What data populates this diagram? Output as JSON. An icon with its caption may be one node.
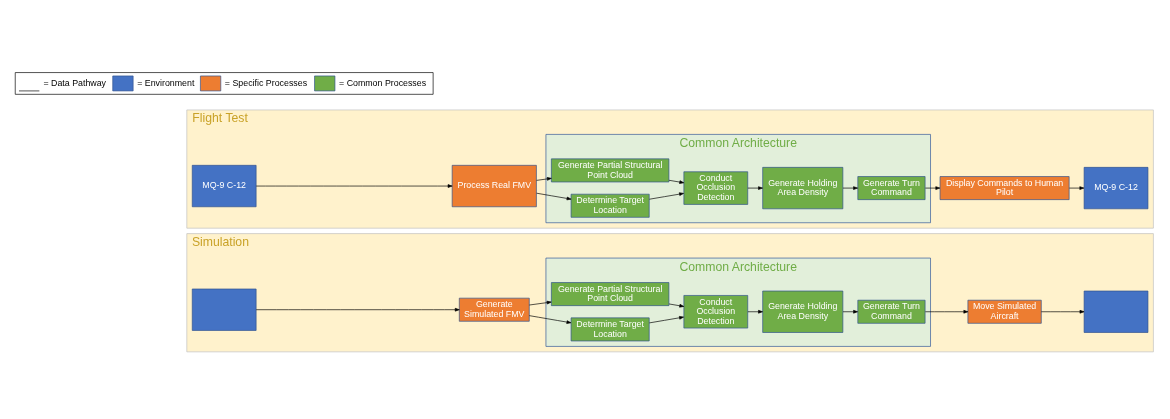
{
  "diagram": {
    "nodes": [
      {
        "text": [
          "Simulation"
        ]
      },
      {
        "text": [],
        "shape": "box",
        "in": 0
      },
      {
        "text": [
          "Generate Simulated FMV"
        ],
        "in": 0
      },
      {
        "text": [
          "Common Architecture"
        ],
        "in": 0
      },
      {
        "text": [
          "Generate Partial Structural Point Cloud"
        ],
        "in": 3
      },
      {
        "text": [
          "Determine Target Location"
        ],
        "in": 3
      },
      {
        "text": [
          "Conduct Occlusion Detection"
        ],
        "in": 3
      },
      {
        "text": [
          "Generate Holding Area Density"
        ],
        "in": 3
      },
      {
        "text": [
          "Generate Turn Command"
        ],
        "in": 3
      },
      {
        "text": [
          "Move Simulated Aircraft"
        ],
        "in": 0
      },
      {
        "text": [],
        "shape": "box",
        "in": 0
      },
      {
        "text": [
          "Flight Test"
        ]
      },
      {
        "text": [
          "MQ-9 C-12"
        ],
        "in": 11
      },
      {
        "text": [
          "Process Real FMV"
        ],
        "in": 11
      },
      {
        "text": [
          "Common Architecture"
        ],
        "in": 11
      },
      {
        "text": [
          "Generate Partial Structural Point Cloud"
        ],
        "in": 14
      },
      {
        "text": [
          "Determine Target Location"
        ],
        "in": 14
      },
      {
        "text": [
          "Conduct Occlusion Detection"
        ],
        "in": 14
      },
      {
        "text": [
          "Generate Holding Area Density"
        ],
        "in": 14
      },
      {
        "text": [
          "Generate Turn Command"
        ],
        "in": 14
      },
      {
        "text": [
          "Display Commands to Human Pilot"
        ],
        "in": 11
      },
      {
        "text": [
          "MQ-9 C-12"
        ],
        "in": 11
      }
    ],
    "edges": [
      {
        "from": 1,
        "to": 2,
        "arrow": "to"
      },
      {
        "from": 2,
        "to": 4,
        "arrow": "to"
      },
      {
        "from": 2,
        "to": 5,
        "arrow": "to"
      },
      {
        "from": 4,
        "to": 6,
        "arrow": "to"
      },
      {
        "from": 5,
        "to": 6,
        "arrow": "to"
      },
      {
        "from": 6,
        "to": 7,
        "arrow": "to"
      },
      {
        "from": 7,
        "to": 8,
        "arrow": "to"
      },
      {
        "from": 8,
        "to": 9,
        "arrow": "to"
      },
      {
        "from": 9,
        "to": 10,
        "arrow": "to"
      },
      {
        "from": 12,
        "to": 13,
        "arrow": "to"
      },
      {
        "from": 13,
        "to": 15,
        "arrow": "to"
      },
      {
        "from": 13,
        "to": 16,
        "arrow": "to"
      },
      {
        "from": 15,
        "to": 17,
        "arrow": "to"
      },
      {
        "from": 16,
        "to": 17,
        "arrow": "to"
      },
      {
        "from": 17,
        "to": 18,
        "arrow": "to"
      },
      {
        "from": 18,
        "to": 19,
        "arrow": "to"
      },
      {
        "from": 19,
        "to": 20,
        "arrow": "to"
      },
      {
        "from": 20,
        "to": 21,
        "arrow": "to"
      }
    ],
    "legend": [
      {
        "text": "= Data Pathway"
      },
      {
        "text": "= Environment",
        "color": "#4472c4"
      },
      {
        "text": "= Specific Processes",
        "color": "#ed7d31"
      },
      {
        "text": "= Common Processes",
        "color": "#70ad47"
      }
    ]
  }
}
